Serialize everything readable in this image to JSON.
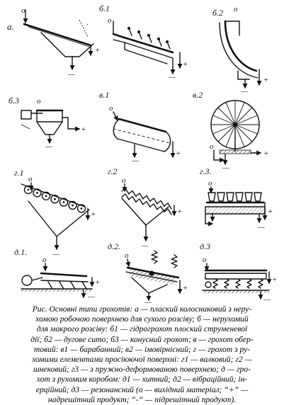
{
  "panels": [
    {
      "id": "a",
      "label": "а.",
      "flow_labels": [
        "о",
        "+",
        "—"
      ]
    },
    {
      "id": "b1",
      "label": "б.1",
      "flow_labels": [
        "о",
        "+",
        "—"
      ]
    },
    {
      "id": "b2",
      "label": "б.2",
      "flow_labels": [
        "о",
        "+",
        "—"
      ]
    },
    {
      "id": "b3",
      "label": "б.3",
      "flow_labels": [
        "о",
        "+",
        "—"
      ]
    },
    {
      "id": "v1",
      "label": "в.1",
      "flow_labels": [
        "о",
        "+",
        "—"
      ]
    },
    {
      "id": "v2",
      "label": "в.2",
      "flow_labels": [
        "о",
        "+",
        "—"
      ]
    },
    {
      "id": "g1",
      "label": "г.1",
      "flow_labels": [
        "о",
        "+",
        "—"
      ]
    },
    {
      "id": "g2",
      "label": "г.2",
      "flow_labels": [
        "о",
        "+",
        "—"
      ]
    },
    {
      "id": "g3",
      "label": "г.3.",
      "flow_labels": [
        "о",
        "+",
        "—"
      ]
    },
    {
      "id": "d1",
      "label": "д.1.",
      "flow_labels": [
        "о",
        "+",
        "—"
      ]
    },
    {
      "id": "d2",
      "label": "д.2.",
      "flow_labels": [
        "о",
        "+",
        "—"
      ]
    },
    {
      "id": "d3",
      "label": "д.3",
      "flow_labels": [
        "о",
        "+",
        "—"
      ]
    }
  ],
  "caption": {
    "lines": [
      "Рис. Основні типи грохотів: а — плаский колосниковий з неру-",
      "хомою робочою поверхнею для сухого розсіву; б — нерухомий",
      "для мокрого розсіву: б1 — гідрогрохот плоский струменевої",
      "дії; б2 — дугове сито; б3 — конусний грохот; в — грохот обер-",
      "товий: в1 — барабанний; в2 — імовірнісний; г — грохот з ру-",
      "хомими елементами просіюючої поверхні: г1 — валковий; г2 —",
      "шнековий; г3 — з пружно-деформованою поверхнею; д — гро-",
      "хот з рухомим коробом: д1 — хитний; д2 — вібраційний; ін-",
      "ерційний; д3 — резонансний (о — вихідний матеріал; “+” —",
      "надрешітний продукт; “-“ — підрешітний продукт)."
    ]
  }
}
